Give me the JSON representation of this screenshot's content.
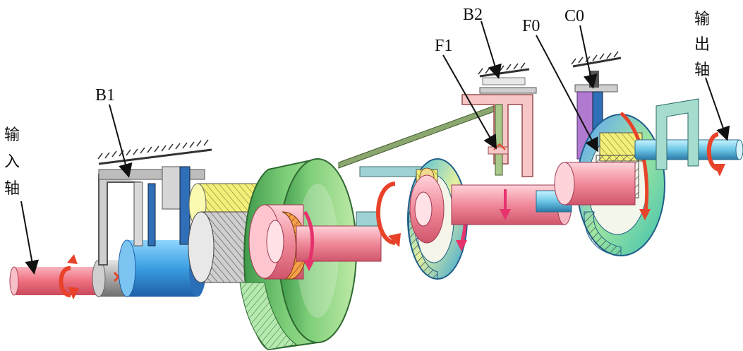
{
  "labels": {
    "b1": "B1",
    "b2": "B2",
    "f1": "F1",
    "f0": "F0",
    "c0": "C0"
  },
  "input_shaft": [
    "输",
    "入",
    "轴"
  ],
  "output_shaft": [
    "输",
    "出",
    "轴"
  ],
  "colors": {
    "input_shaft": "#ef6f7f",
    "ring_gear": "#7fcf7a",
    "sun_gear": "#e8e86a",
    "carrier": "#f08a9a",
    "rotation_arrow": "#e8432a",
    "motion_arrow": "#e6336e",
    "housing": "#555555"
  },
  "icons": [
    "rotation-arrow-icon",
    "ground-hatch-icon",
    "cross-mark-icon"
  ]
}
